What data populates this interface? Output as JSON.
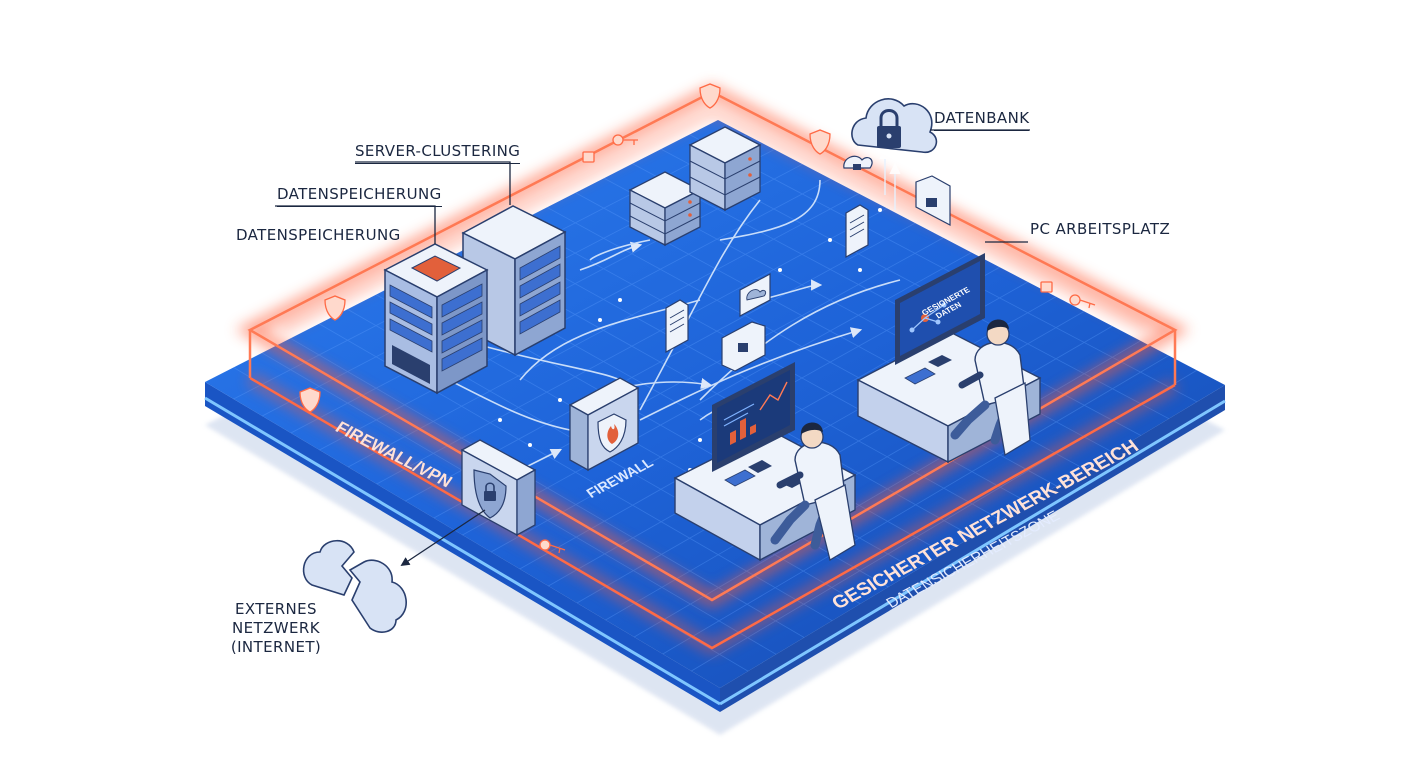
{
  "labels": {
    "server_clustering": "SERVER-CLUSTERING",
    "datenspeicherung_1": "DATENSPEICHERUNG",
    "datenspeicherung_2": "DATENSPEICHERUNG",
    "datenbank": "DATENBANK",
    "pc_arbeitsplatz": "PC ARBEITSPLATZ",
    "externes_netzwerk": [
      "EXTERNES",
      "NETZWERK",
      "(INTERNET)"
    ],
    "firewall_vpn": "FIREWALL/VPN",
    "firewall": "FIREWALL",
    "zone_title": "GESICHERTER NETZWERK-BEREICH",
    "zone_subtitle": "DATENSICHERHEITSZONE",
    "screen_text": [
      "GESIONERTE",
      "DATEN"
    ]
  },
  "colors": {
    "platform_blue": "#1f5fd1",
    "platform_dark": "#143f97",
    "glow_red": "#ff5a36",
    "device_light": "#dde6f5",
    "device_mid": "#9fb4d8",
    "label_ink": "#1b2740"
  },
  "icons": [
    "shield-icon",
    "lock-icon",
    "key-icon",
    "cloud-lock-icon",
    "folder-lock-icon",
    "document-icon",
    "flame-icon",
    "broken-cloud-icon",
    "server-icon",
    "monitor-icon"
  ]
}
